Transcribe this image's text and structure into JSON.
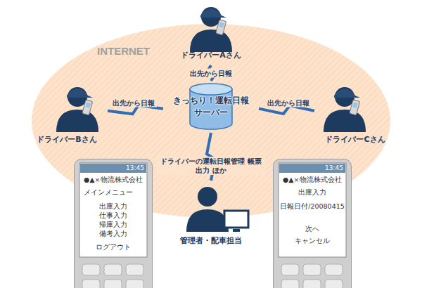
{
  "diagram": {
    "nodes": [
      {
        "text": [
          "ドライバーAさん"
        ]
      },
      {
        "text": [
          "きっちり！運転日報",
          "サーバー"
        ]
      },
      {
        "text": [
          "ドライバーBさん"
        ]
      },
      {
        "text": [
          "ドライバーCさん"
        ]
      },
      {
        "text": [
          "管理者・配車担当"
        ]
      },
      {
        "text": [
          "13:45",
          "●▲×物流株式会社",
          "メインメニュー",
          "出庫入力",
          "仕事入力",
          "帰庫入力",
          "備考入力",
          "ログアウト"
        ]
      },
      {
        "text": [
          "13:45",
          "●▲×物流株式会社",
          "出庫入力",
          "日報日付/20080415",
          "次へ",
          "キャンセル"
        ]
      }
    ],
    "edges": [
      {
        "from": 0,
        "to": 1,
        "arrow": "none",
        "label": "出先から日報"
      },
      {
        "from": 2,
        "to": 1,
        "arrow": "none",
        "label": "出先から日報"
      },
      {
        "from": 3,
        "to": 1,
        "arrow": "none",
        "label": "出先から日報"
      },
      {
        "from": 1,
        "to": 4,
        "arrow": "none",
        "label": "ドライバーの運転日報管理 帳票出力 ほか"
      }
    ],
    "labels": [
      "INTERNET"
    ]
  }
}
